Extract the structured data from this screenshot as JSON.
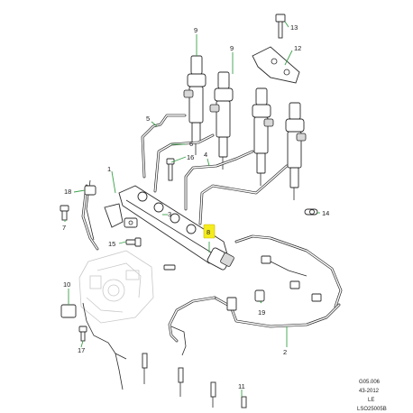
{
  "diagram": {
    "callouts": [
      {
        "id": "c1",
        "label": "1"
      },
      {
        "id": "c2",
        "label": "2"
      },
      {
        "id": "c3",
        "label": "3"
      },
      {
        "id": "c4",
        "label": "4"
      },
      {
        "id": "c5",
        "label": "5"
      },
      {
        "id": "c6",
        "label": "6"
      },
      {
        "id": "c7",
        "label": "7"
      },
      {
        "id": "c8",
        "label": "8"
      },
      {
        "id": "c9a",
        "label": "9"
      },
      {
        "id": "c9b",
        "label": "9"
      },
      {
        "id": "c10",
        "label": "10"
      },
      {
        "id": "c11",
        "label": "11"
      },
      {
        "id": "c12",
        "label": "12"
      },
      {
        "id": "c13",
        "label": "13"
      },
      {
        "id": "c14",
        "label": "14"
      },
      {
        "id": "c15",
        "label": "15"
      },
      {
        "id": "c16",
        "label": "16"
      },
      {
        "id": "c17",
        "label": "17"
      },
      {
        "id": "c18",
        "label": "18"
      },
      {
        "id": "c19",
        "label": "19"
      }
    ],
    "highlighted_callout": "8",
    "reference": {
      "line1": "G05.006",
      "line2": "43-2012",
      "line3": "LE",
      "line4": "LSO25005B"
    },
    "colors": {
      "leader": "#3ba24a",
      "highlight": "#f4ec1e",
      "linework": "#2a2a2a"
    }
  }
}
